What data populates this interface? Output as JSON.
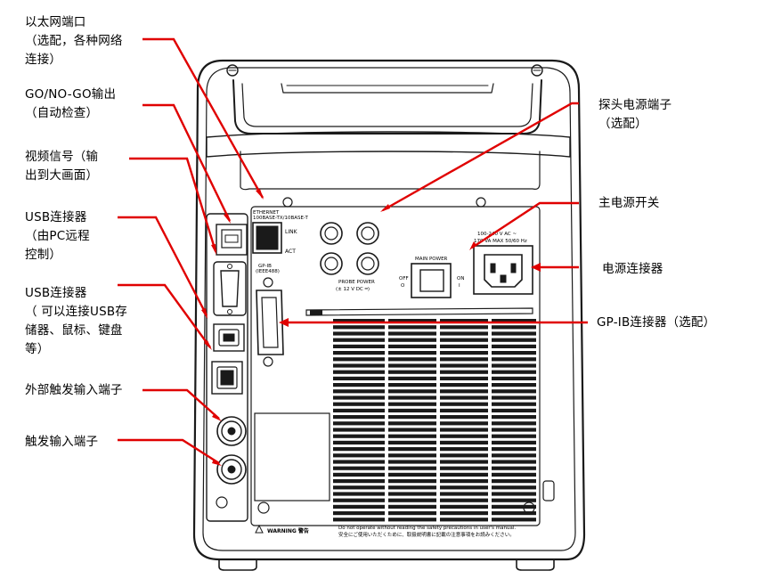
{
  "callouts_left": [
    {
      "id": "ethernet",
      "text": "以太网端口\n（选配，各种网络\n连接）"
    },
    {
      "id": "gonogo",
      "text": "GO/NO-GO输出\n（自动检查）"
    },
    {
      "id": "video",
      "text": "视频信号（输\n出到大画面）"
    },
    {
      "id": "usb_pc",
      "text": "USB连接器\n（由PC远程\n控制）"
    },
    {
      "id": "usb_storage",
      "text": "USB连接器\n（ 可以连接USB存\n储器、鼠标、键盘\n等）"
    },
    {
      "id": "ext_trigger",
      "text": "外部触发输入端子"
    },
    {
      "id": "trigger",
      "text": "触发输入端子"
    }
  ],
  "callouts_right": [
    {
      "id": "probe_power",
      "text": "探头电源端子\n（选配）"
    },
    {
      "id": "main_switch",
      "text": "主电源开关"
    },
    {
      "id": "power_conn",
      "text": "电源连接器"
    },
    {
      "id": "gpib",
      "text": "GP-IB连接器（选配）"
    }
  ],
  "device_text": {
    "ethernet_label": "ETHERNET\n100BASE-TX/10BASE-T",
    "link": "LINK",
    "act": "ACT",
    "gpib_label": "GP-IB\n(IEEE488)",
    "probe_power": "PROBE POWER",
    "probe_power_sub": "(± 12 V DC ═)",
    "main_power": "MAIN POWER",
    "off": "OFF",
    "on": "ON",
    "off_symbol": "O",
    "on_symbol": "I",
    "power_rating_1": "100-240 V AC ~",
    "power_rating_2": "170 VA MAX 50/60 Hz",
    "warning": "WARNING 警告",
    "warning_en": "Do not operate without reading the safety precautions in user's manual.",
    "warning_jp": "安全にご使用いただくために、取扱説明書に記載の注意事項をお読みください。"
  },
  "colors": {
    "callout_line": "#e00000",
    "device": "#1a1a1a"
  }
}
